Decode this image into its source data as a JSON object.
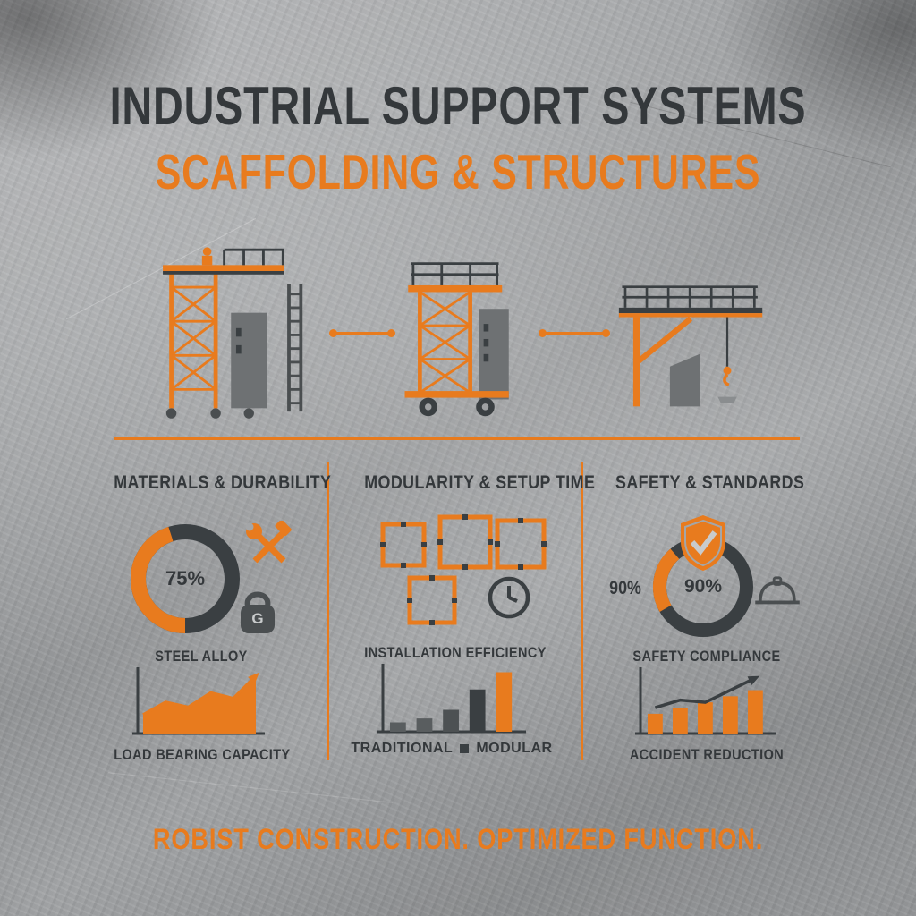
{
  "header": {
    "title": "INDUSTRIAL SUPPORT SYSTEMS",
    "subtitle": "SCAFFOLDING & STRUCTURES"
  },
  "illustrations": [
    {
      "name": "tower-scaffold-with-worker-and-ladder"
    },
    {
      "name": "mobile-scaffold-tower-on-wheels"
    },
    {
      "name": "cantilever-platform-with-hoist-hook"
    }
  ],
  "sections": {
    "materials": {
      "heading": "MATERIALS & DURABILITY",
      "donut_label": "75%",
      "weight_letter": "G",
      "material_label": "STEEL ALLOY",
      "chart_label": "LOAD BEARING CAPACITY",
      "icons": [
        "crossed-tools-icon",
        "kettlebell-weight-icon"
      ]
    },
    "modularity": {
      "heading": "MODULARITY & SETUP TIME",
      "chart_label": "INSTALLATION EFFICIENCY",
      "legend": {
        "left": "TRADITIONAL",
        "right": "MODULAR"
      },
      "icons": [
        "modular-frame-panels-icon",
        "clock-icon"
      ]
    },
    "safety": {
      "heading": "SAFETY & STANDARDS",
      "side_label": "90%",
      "donut_label": "90%",
      "compliance_label": "SAFETY COMPLIANCE",
      "chart_label": "ACCIDENT REDUCTION",
      "icons": [
        "shield-check-icon",
        "hard-hat-icon"
      ]
    }
  },
  "footer": {
    "tagline": "ROBIST CONSTRUCTION. OPTIMIZED FUNCTION."
  },
  "colors": {
    "accent": "#E87B1E",
    "dark": "#3A3F42",
    "wall_gray": "#6E7173",
    "background_metal": "#9B9D9F"
  },
  "chart_data": [
    {
      "id": "materials-donut",
      "type": "pie",
      "title": "MATERIALS & DURABILITY",
      "center_label": "75%",
      "series": [
        {
          "name": "STEEL ALLOY",
          "value": 75
        }
      ],
      "arc_fraction": 0.45,
      "arc_start": 90,
      "ring_width": 17,
      "ring_bg": "#3A3F42",
      "ring_fg": "#E87B1E"
    },
    {
      "id": "load-bearing",
      "type": "area",
      "title": "LOAD BEARING CAPACITY",
      "x": [
        1,
        2,
        3,
        4,
        5,
        6
      ],
      "values": [
        3,
        5,
        4.2,
        6.5,
        5.6,
        9.2
      ],
      "ylim": [
        0,
        10
      ],
      "trend": "increasing",
      "axis_color": "#3A3F42",
      "line_color": "#E87B1E",
      "fill_color": "#E87B1E"
    },
    {
      "id": "installation-efficiency",
      "type": "bar",
      "title": "INSTALLATION EFFICIENCY",
      "categories": [
        "1",
        "2",
        "3",
        "4",
        "5"
      ],
      "values": [
        1.2,
        1.7,
        2.8,
        5.4,
        7.6
      ],
      "ylim": [
        0,
        8
      ],
      "axis_color": "#3A3F42",
      "bar_colors": [
        "#595D5F",
        "#595D5F",
        "#4D5153",
        "#3A3F42",
        "#E87B1E"
      ],
      "legend": [
        {
          "label": "TRADITIONAL",
          "color": "#3A3F42"
        },
        {
          "label": "MODULAR",
          "color": "#E87B1E"
        }
      ]
    },
    {
      "id": "safety-donut",
      "type": "pie",
      "title": "SAFETY & STANDARDS",
      "center_label": "90%",
      "side_label": "90%",
      "series": [
        {
          "name": "SAFETY COMPLIANCE",
          "value": 90
        }
      ],
      "arc_fraction": 0.22,
      "arc_start": 150,
      "ring_width": 15,
      "ring_bg": "#3A3F42",
      "ring_fg": "#E87B1E"
    },
    {
      "id": "accident-reduction",
      "type": "bar",
      "title": "ACCIDENT REDUCTION",
      "categories": [
        "1",
        "2",
        "3",
        "4",
        "5"
      ],
      "values": [
        2.6,
        3.3,
        4.1,
        4.9,
        5.7
      ],
      "ylim": [
        0,
        8
      ],
      "axis_color": "#3A3F42",
      "bar_colors": [
        "#E87B1E",
        "#E87B1E",
        "#E87B1E",
        "#E87B1E",
        "#E87B1E"
      ],
      "trend_values": [
        3.4,
        4.4,
        4.1,
        5.7,
        7.3
      ],
      "trend_color": "#3A3F42"
    }
  ]
}
